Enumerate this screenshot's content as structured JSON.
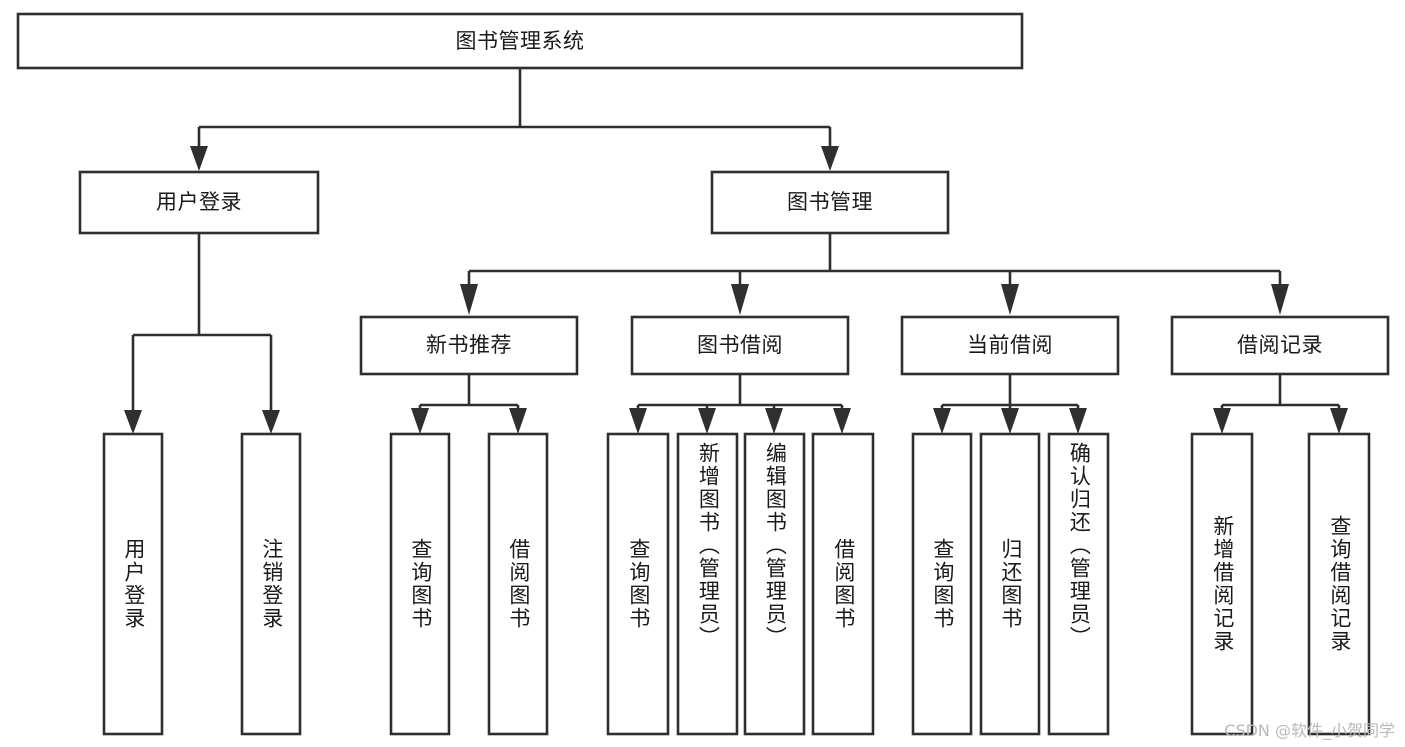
{
  "diagram": {
    "title": "图书管理系统",
    "type": "tree",
    "watermark": "CSDN @软件_小贺同学",
    "colors": {
      "stroke": "#2f2f2f",
      "fill": "#ffffff",
      "text": "#1a1a1a",
      "watermark": "#b9b9b9",
      "background": "#ffffff"
    }
  },
  "root": {
    "label": "图书管理系统"
  },
  "level2": [
    {
      "label": "用户登录"
    },
    {
      "label": "图书管理"
    }
  ],
  "level3": [
    {
      "label": "新书推荐"
    },
    {
      "label": "图书借阅"
    },
    {
      "label": "当前借阅"
    },
    {
      "label": "借阅记录"
    }
  ],
  "leaves": {
    "user_login": [
      {
        "label": "用户登录"
      },
      {
        "label": "注销登录"
      }
    ],
    "new_book_recommend": [
      {
        "label": "查询图书"
      },
      {
        "label": "借阅图书"
      }
    ],
    "book_borrow": [
      {
        "label": "查询图书"
      },
      {
        "label": "新增图书（管理员）"
      },
      {
        "label": "编辑图书（管理员）"
      },
      {
        "label": "借阅图书"
      }
    ],
    "current_borrow": [
      {
        "label": "查询图书"
      },
      {
        "label": "归还图书"
      },
      {
        "label": "确认归还（管理员）"
      }
    ],
    "borrow_record": [
      {
        "label": "新增借阅记录"
      },
      {
        "label": "查询借阅记录"
      }
    ]
  }
}
